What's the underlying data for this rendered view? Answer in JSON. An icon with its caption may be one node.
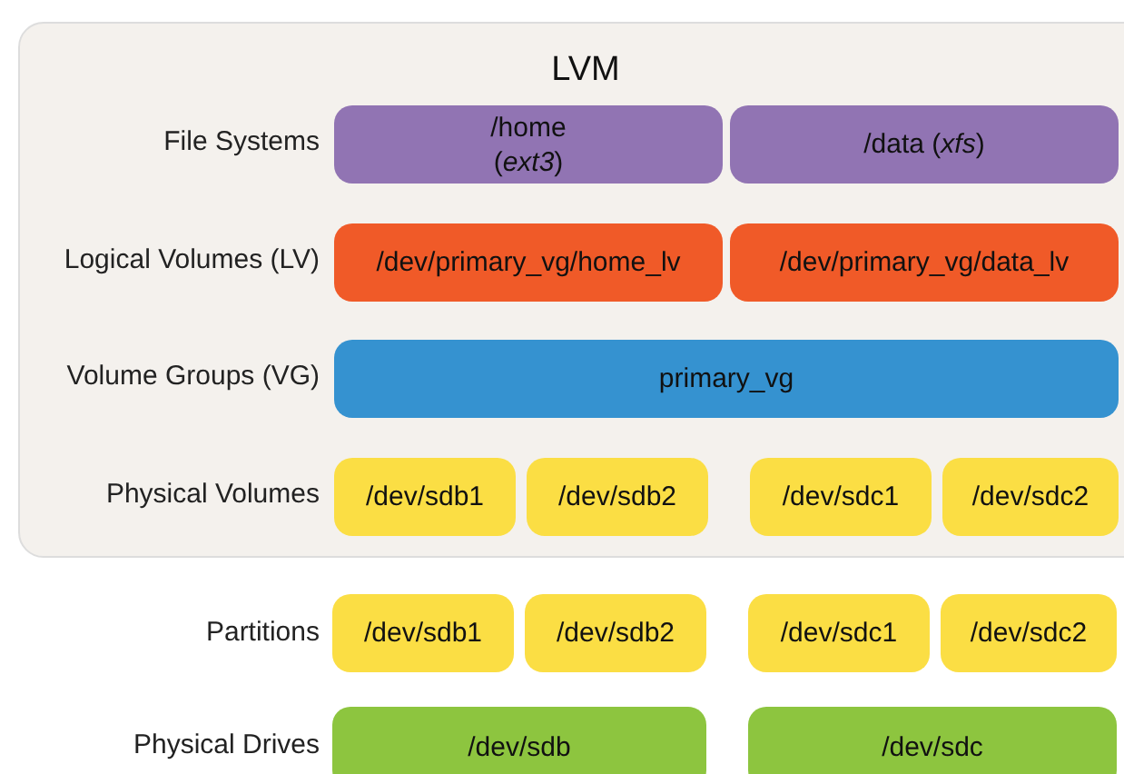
{
  "diagram": {
    "nodes": [
      {
        "text": [
          "LVM"
        ]
      },
      {
        "text": [
          "/home (*ext3*)"
        ],
        "in": 0
      },
      {
        "text": [
          "/data (*xfs*)"
        ],
        "in": 0
      },
      {
        "text": [
          "/dev/primary_vg/home_lv"
        ],
        "in": 0
      },
      {
        "text": [
          "/dev/primary_vg/data_lv"
        ],
        "in": 0
      },
      {
        "text": [
          "primary_vg"
        ],
        "in": 0
      },
      {
        "text": [
          "/dev/sdb1"
        ],
        "in": 0
      },
      {
        "text": [
          "/dev/sdb2"
        ],
        "in": 0
      },
      {
        "text": [
          "/dev/sdc1"
        ],
        "in": 0
      },
      {
        "text": [
          "/dev/sdc2"
        ],
        "in": 0
      },
      {
        "text": [
          "/dev/sdb1"
        ]
      },
      {
        "text": [
          "/dev/sdb2"
        ]
      },
      {
        "text": [
          "/dev/sdc1"
        ]
      },
      {
        "text": [
          "/dev/sdc2"
        ]
      },
      {
        "text": [
          "/dev/sdb"
        ]
      },
      {
        "text": [
          "/dev/sdc"
        ]
      }
    ],
    "edges": [],
    "labels": [
      "File Systems",
      "Logical Volumes (LV)",
      "Volume Groups (VG)",
      "Physical Volumes",
      "Partitions",
      "Physical Drives"
    ]
  }
}
